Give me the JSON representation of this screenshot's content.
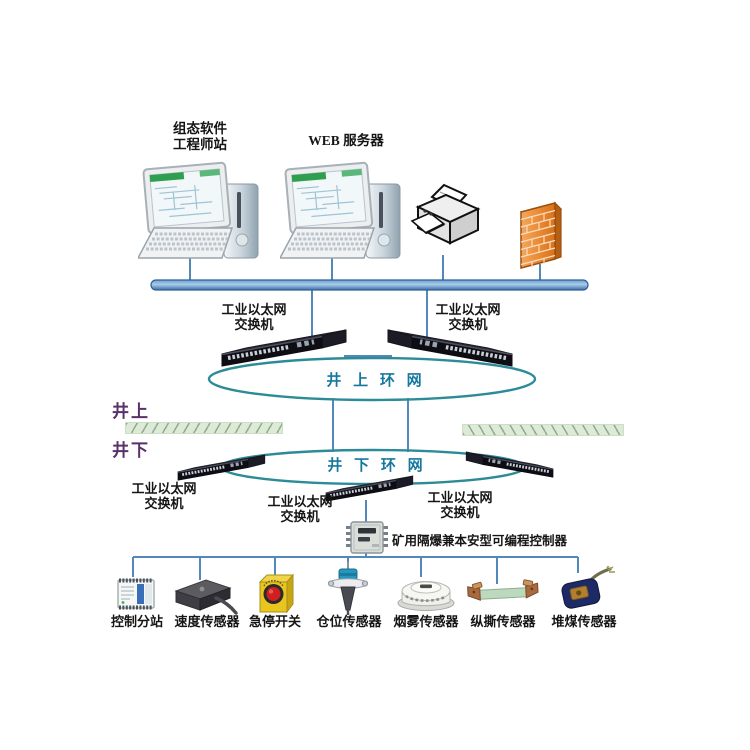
{
  "colors": {
    "bus_blue": "#4a80b4",
    "connector_blue": "#5289ba",
    "ring_teal": "#2d8b97",
    "ring_label_blue": "#16789f",
    "zone_label_purple": "#5a3168",
    "hatch_fill_green": "#dcead7",
    "hatch_line_green": "#8fac8c",
    "switch_body_black": "#101018",
    "firewall_orange": "#e07b28",
    "estop_yellow": "#e6c31f",
    "estop_red": "#c62020",
    "tear_strip_green": "#bcd9bd",
    "coal_sensor_navy": "#1d2a66"
  },
  "surface": {
    "workstation": {
      "icon": "desktop-computer-icon",
      "label_line1": "组态软件",
      "label_line2": "工程师站"
    },
    "web_server": {
      "icon": "desktop-computer-icon",
      "label": "WEB 服务器"
    },
    "printer": {
      "icon": "printer-icon"
    },
    "firewall": {
      "icon": "firewall-brick-icon"
    },
    "zone_label": "井上",
    "ring_label": "井 上 环 网"
  },
  "underground": {
    "zone_label": "井下",
    "ring_label": "井 下 环 网",
    "plc": {
      "icon": "plc-icon",
      "label": "矿用隔爆兼本安型可编程控制器"
    }
  },
  "switch_label": {
    "line1": "工业以太网",
    "line2": "交换机"
  },
  "devices": [
    {
      "icon": "control-substation-icon",
      "label": "控制分站"
    },
    {
      "icon": "speed-sensor-icon",
      "label": "速度传感器"
    },
    {
      "icon": "emergency-stop-icon",
      "label": "急停开关"
    },
    {
      "icon": "bin-level-sensor-icon",
      "label": "仓位传感器"
    },
    {
      "icon": "smoke-sensor-icon",
      "label": "烟雾传感器"
    },
    {
      "icon": "tear-sensor-icon",
      "label": "纵撕传感器"
    },
    {
      "icon": "coal-pile-sensor-icon",
      "label": "堆煤传感器"
    }
  ]
}
